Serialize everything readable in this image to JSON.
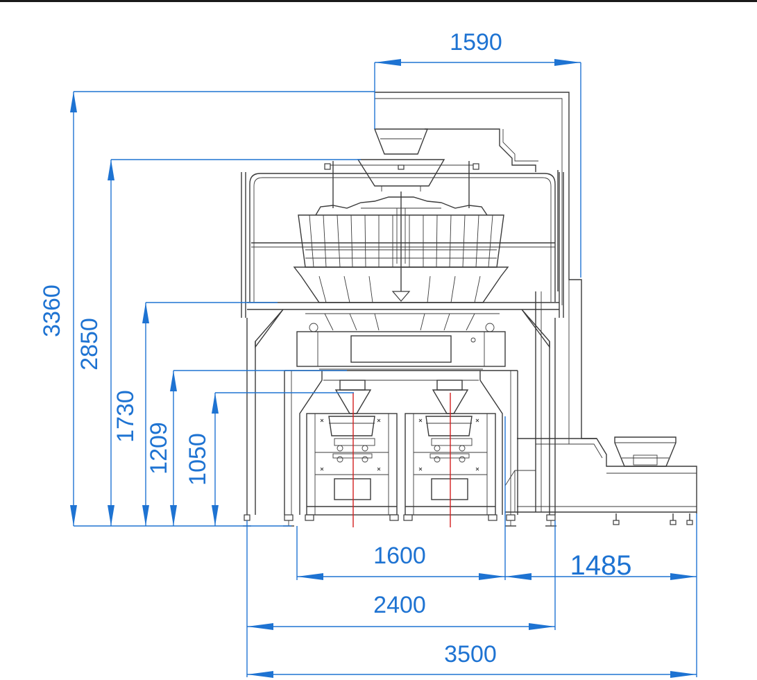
{
  "colors": {
    "dimension": "#1e73d2",
    "machine": "#3a3a3a",
    "centerline": "#d21e1e",
    "background": "#ffffff"
  },
  "dimensions": {
    "top_width": "1590",
    "total_height": "3360",
    "weigher_height": "2850",
    "platform_height": "1730",
    "frame_height": "1209",
    "discharge_height": "1050",
    "inner_width": "1600",
    "conveyor_length": "1485",
    "platform_width": "2400",
    "overall_width": "3500"
  }
}
